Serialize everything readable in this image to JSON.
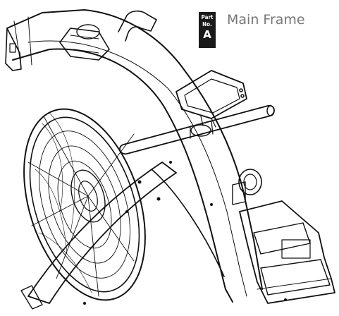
{
  "part": {
    "label_line1": "Part",
    "label_line2": "No.",
    "letter": "A",
    "name": "Main Frame"
  },
  "drawing": {
    "subject": "rowing-machine-main-frame",
    "line_color": "#111111",
    "badge_color": "#1a1a1a",
    "caption_color": "#777777"
  }
}
